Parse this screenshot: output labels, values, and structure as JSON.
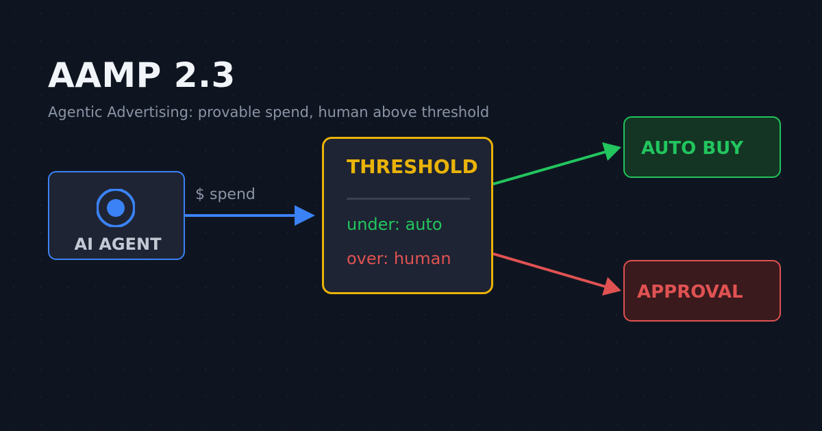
{
  "header": {
    "title": "AAMP 2.3",
    "subtitle": "Agentic Advertising: provable spend, human above threshold"
  },
  "diagram": {
    "agent": {
      "label": "AI AGENT",
      "icon": "target-icon"
    },
    "edge_spend": {
      "label": "$ spend"
    },
    "threshold": {
      "title": "THRESHOLD",
      "under_rule": "under: auto",
      "over_rule": "over: human"
    },
    "auto_buy": {
      "label": "AUTO BUY"
    },
    "approval": {
      "label": "APPROVAL"
    }
  },
  "colors": {
    "background": "#0f1520",
    "agent": "#3b82f6",
    "threshold": "#eab308",
    "auto": "#22c55e",
    "human": "#e05252",
    "muted_text": "#8a94a6"
  }
}
